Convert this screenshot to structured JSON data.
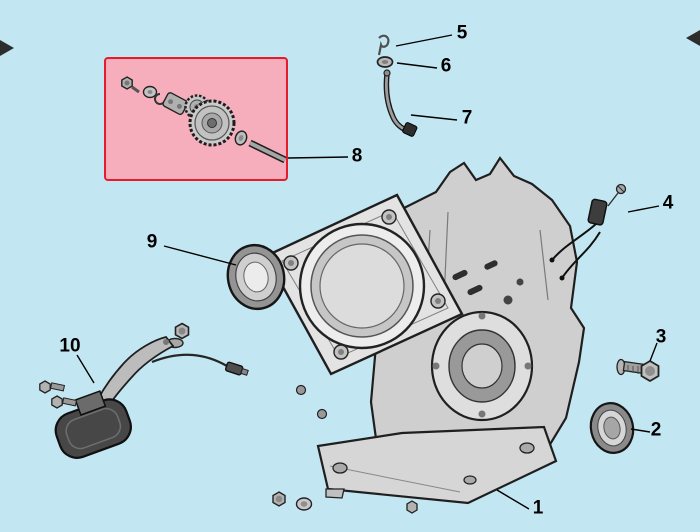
{
  "diagram": {
    "colors": {
      "background": "#c3e7f2",
      "highlight_fill": "#f7aebc",
      "highlight_border": "#e51c2c",
      "leader_line": "#000000",
      "callout_text": "#000000"
    },
    "callouts": [
      {
        "label": "1"
      },
      {
        "label": "2"
      },
      {
        "label": "3"
      },
      {
        "label": "4"
      },
      {
        "label": "5"
      },
      {
        "label": "6"
      },
      {
        "label": "7"
      },
      {
        "label": "8"
      },
      {
        "label": "9"
      },
      {
        "label": "10"
      }
    ]
  }
}
